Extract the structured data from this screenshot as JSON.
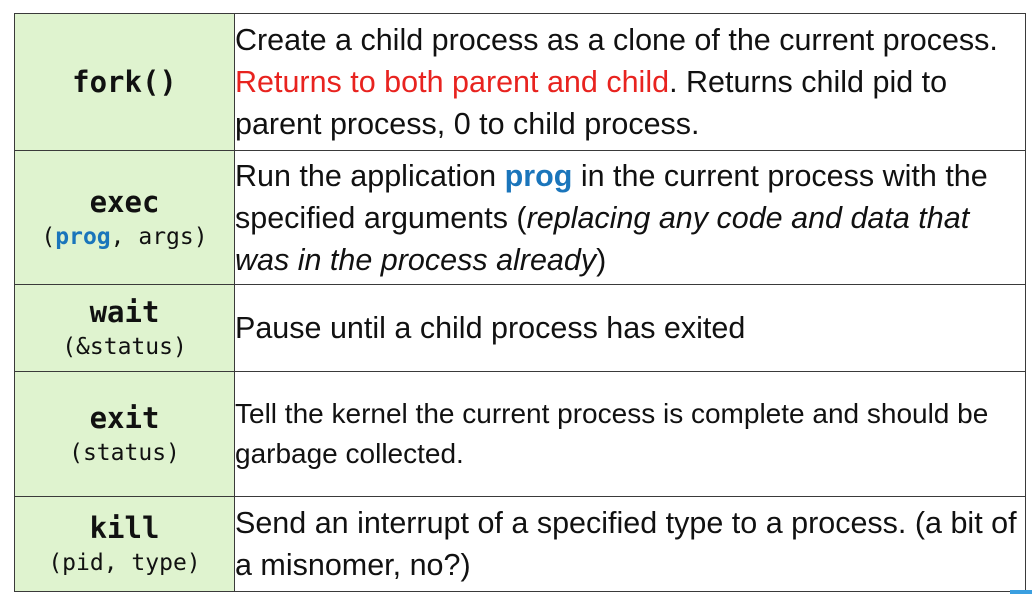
{
  "rows": [
    {
      "name": "fork()",
      "args_open": "",
      "arg_highlight": "",
      "args_rest": "",
      "desc": {
        "part1": "Create a child process as a clone of the current process. ",
        "red": "Returns to both parent and child",
        "part2": ". Returns child pid to parent process, 0 to child process."
      }
    },
    {
      "name": "exec",
      "args_open": "(",
      "arg_highlight": "prog",
      "args_rest": ", args)",
      "desc": {
        "part1": "Run the application ",
        "blue": "prog",
        "part2": " in the current process with the specified arguments (",
        "italic": "replacing any code and data that was in the process already",
        "part3": ")"
      }
    },
    {
      "name": "wait",
      "args": "(&status)",
      "desc": "Pause until a child process has exited"
    },
    {
      "name": "exit",
      "args": "(status)",
      "desc": "Tell the kernel the current process is complete and should be garbage collected."
    },
    {
      "name": "kill",
      "args": "(pid, type)",
      "desc": "Send an interrupt of a specified type to a process. (a bit of a misnomer, no?)"
    }
  ],
  "colors": {
    "name_cell_bg": "#dff3cf",
    "highlight_red": "#e8231f",
    "highlight_blue": "#1a75bb",
    "border": "#3a3a3a"
  }
}
